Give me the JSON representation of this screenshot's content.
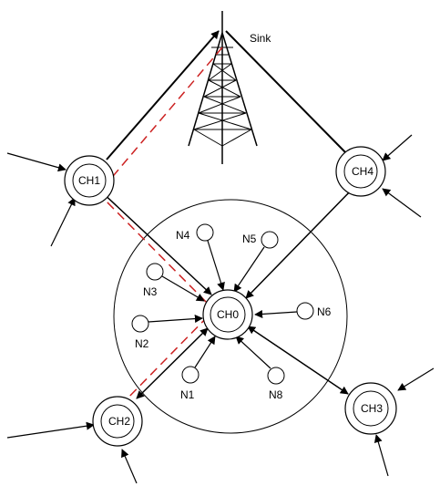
{
  "colors": {
    "stroke": "#000000",
    "route": "#cc2222"
  },
  "sink": {
    "label": "Sink",
    "icon": "radio-tower-icon"
  },
  "cluster_heads": [
    {
      "id": "ch0",
      "label": "CH0"
    },
    {
      "id": "ch1",
      "label": "CH1"
    },
    {
      "id": "ch2",
      "label": "CH2"
    },
    {
      "id": "ch3",
      "label": "CH3"
    },
    {
      "id": "ch4",
      "label": "CH4"
    }
  ],
  "nodes": [
    {
      "id": "n1",
      "label": "N1"
    },
    {
      "id": "n2",
      "label": "N2"
    },
    {
      "id": "n3",
      "label": "N3"
    },
    {
      "id": "n4",
      "label": "N4"
    },
    {
      "id": "n5",
      "label": "N5"
    },
    {
      "id": "n6",
      "label": "N6"
    },
    {
      "id": "n8",
      "label": "N8"
    }
  ]
}
